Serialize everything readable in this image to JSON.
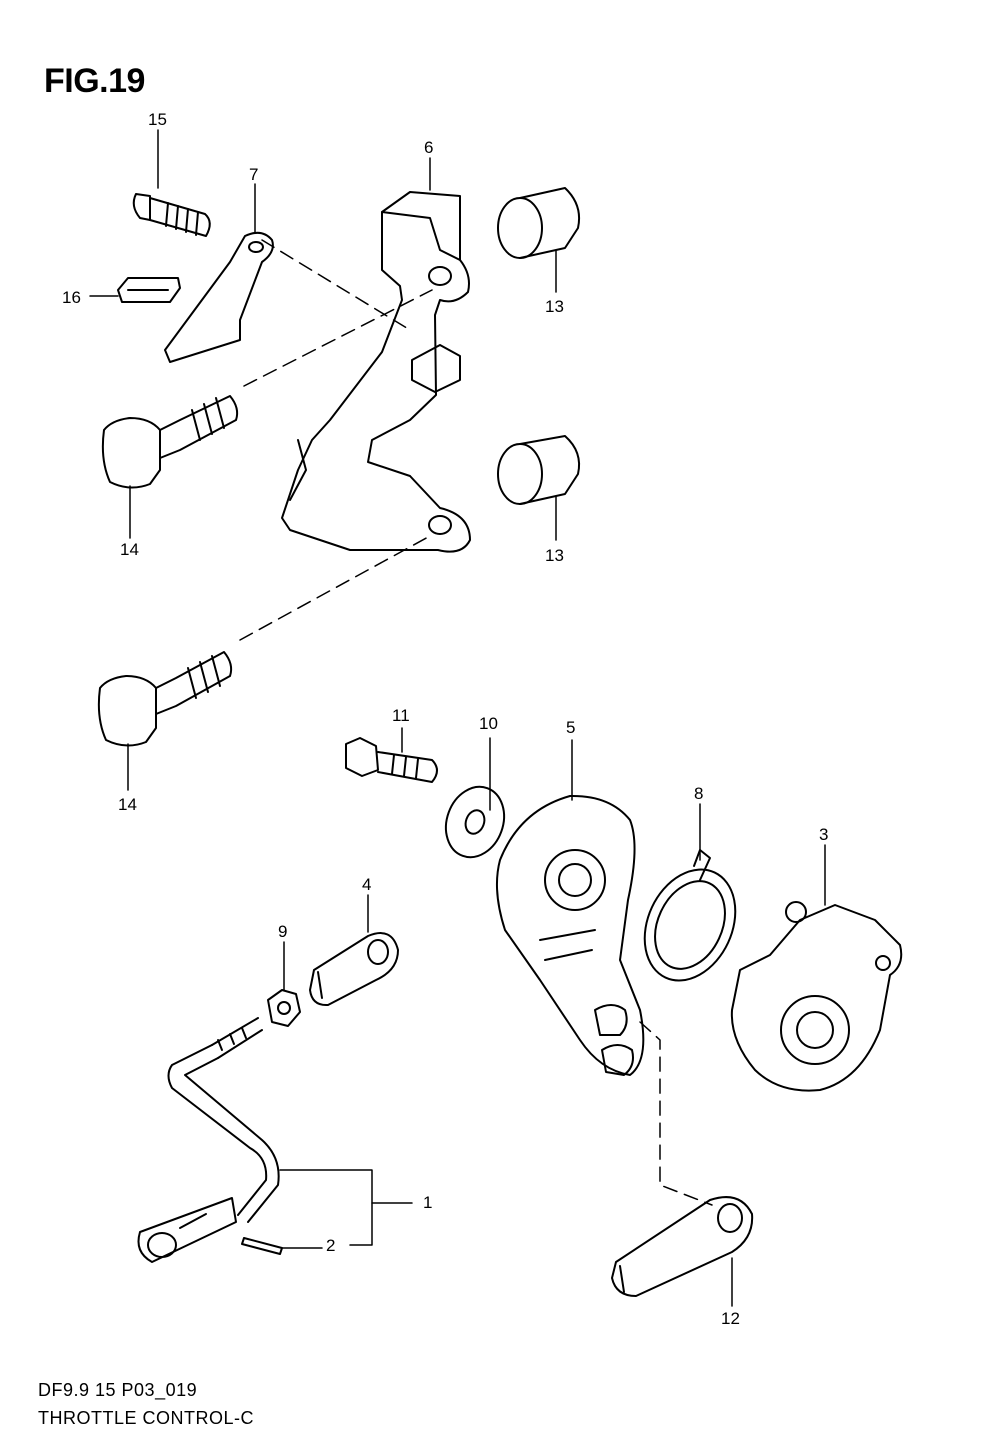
{
  "figure": {
    "title": "FIG.19"
  },
  "parts": [
    {
      "num": "1"
    },
    {
      "num": "2"
    },
    {
      "num": "3"
    },
    {
      "num": "4"
    },
    {
      "num": "5"
    },
    {
      "num": "6"
    },
    {
      "num": "7"
    },
    {
      "num": "8"
    },
    {
      "num": "9"
    },
    {
      "num": "10"
    },
    {
      "num": "11"
    },
    {
      "num": "12"
    },
    {
      "num": "13"
    },
    {
      "num": "13"
    },
    {
      "num": "14"
    },
    {
      "num": "14"
    },
    {
      "num": "15"
    },
    {
      "num": "16"
    }
  ],
  "footer": {
    "code": "DF9.9 15 P03_019",
    "caption": "THROTTLE CONTROL-C"
  }
}
